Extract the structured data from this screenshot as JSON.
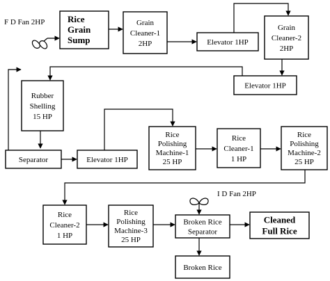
{
  "labels": {
    "fd_fan": "F D Fan 2HP",
    "id_fan": "I D Fan 2HP"
  },
  "boxes": {
    "rice_grain_sump": [
      "Rice",
      "Grain",
      "Sump"
    ],
    "grain_cleaner_1": [
      "Grain",
      "Cleaner-1",
      "2HP"
    ],
    "elevator_1": [
      "Elevator 1HP"
    ],
    "grain_cleaner_2": [
      "Grain",
      "Cleaner-2",
      "2HP"
    ],
    "elevator_2": [
      "Elevator 1HP"
    ],
    "rubber_shelling": [
      "Rubber",
      "Shelling",
      "15 HP"
    ],
    "separator": [
      "Separator"
    ],
    "elevator_3": [
      "Elevator 1HP"
    ],
    "rice_polishing_1": [
      "Rice",
      "Polishing",
      "Machine-1",
      "25 HP"
    ],
    "rice_cleaner_1": [
      "Rice",
      "Cleaner-1",
      "1 HP"
    ],
    "rice_polishing_2": [
      "Rice",
      "Polishing",
      "Machine-2",
      "25 HP"
    ],
    "rice_cleaner_2": [
      "Rice",
      "Cleaner-2",
      "1 HP"
    ],
    "rice_polishing_3": [
      "Rice",
      "Polishing",
      "Machine-3",
      "25 HP"
    ],
    "broken_rice_separator": [
      "Broken Rice",
      "Separator"
    ],
    "cleaned_full_rice": [
      "Cleaned",
      "Full Rice"
    ],
    "broken_rice": [
      "Broken Rice"
    ]
  }
}
